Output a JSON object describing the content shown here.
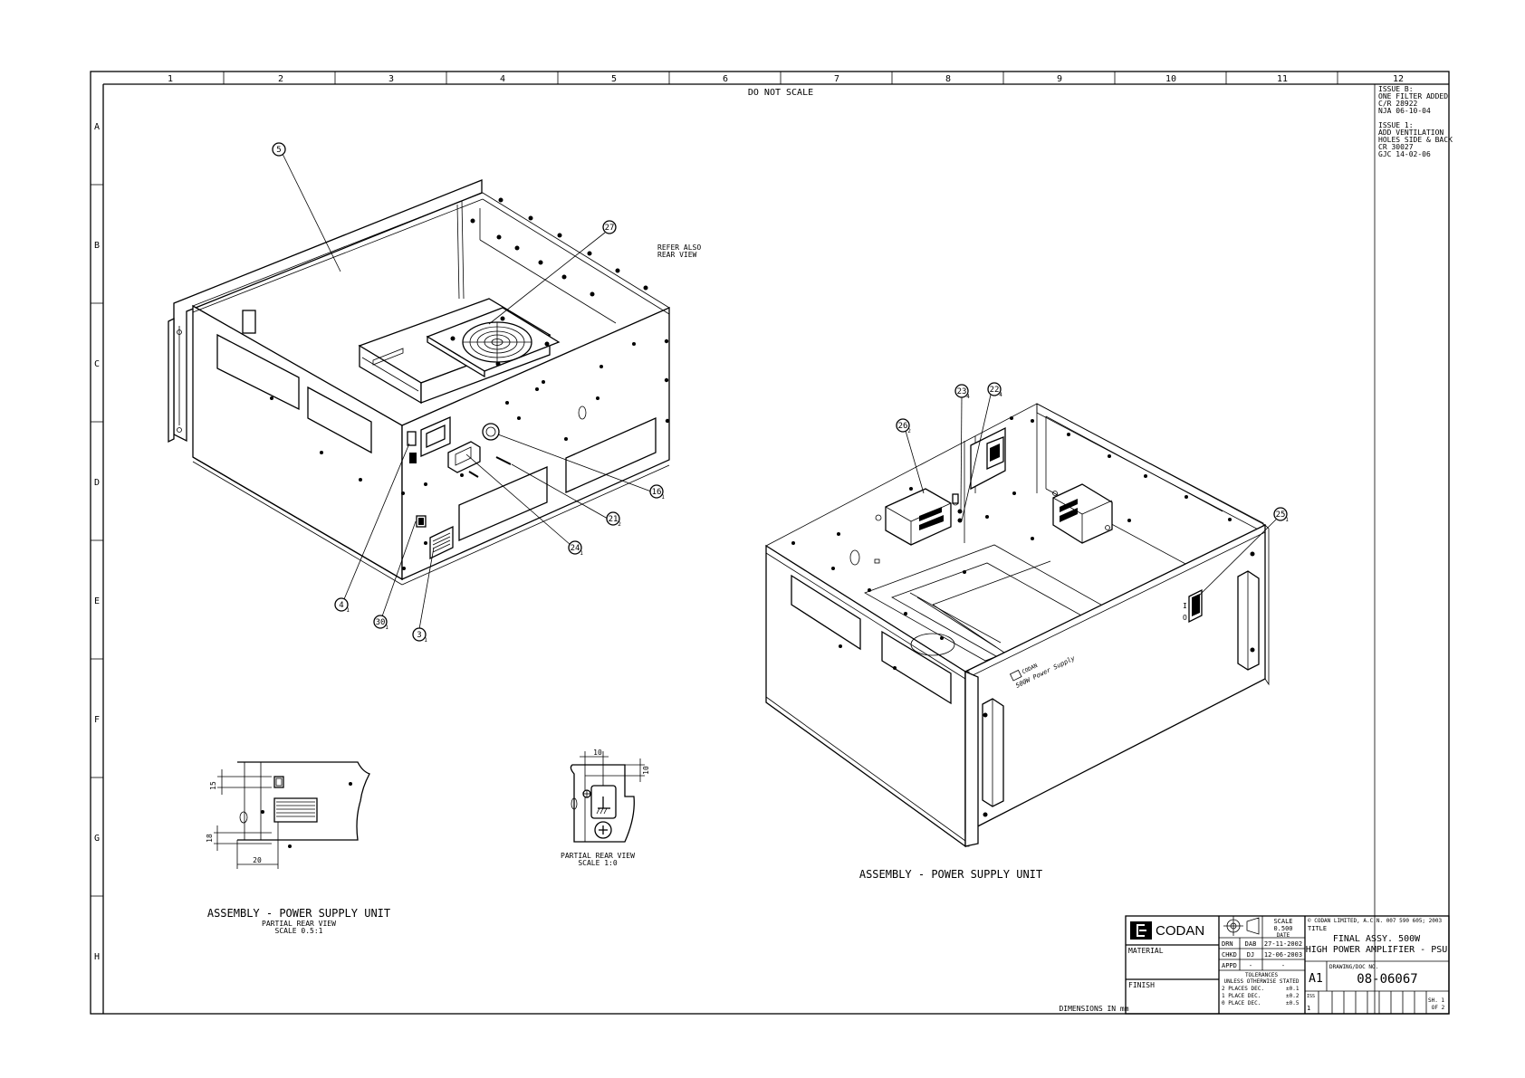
{
  "sheet": {
    "column_labels": [
      "1",
      "2",
      "3",
      "4",
      "5",
      "6",
      "7",
      "8",
      "9",
      "10",
      "11",
      "12"
    ],
    "row_labels": [
      "A",
      "B",
      "C",
      "D",
      "E",
      "F",
      "G",
      "H"
    ],
    "do_not_scale": "DO NOT SCALE",
    "dimensions_note": "DIMENSIONS IN mm"
  },
  "revisions": [
    [
      "ISSUE B:",
      "ONE FILTER ADDED",
      "C/R 28922",
      "NJA 06-10-04"
    ],
    [
      "ISSUE 1:",
      "ADD VENTILATION",
      "HOLES SIDE & BACK",
      "CR 30027",
      "GJC 14-02-06"
    ]
  ],
  "views": {
    "left_note": [
      "REFER ALSO",
      "REAR VIEW"
    ],
    "right_caption": "ASSEMBLY - POWER SUPPLY UNIT",
    "partial_left": [
      "ASSEMBLY - POWER SUPPLY UNIT",
      "PARTIAL REAR VIEW",
      "SCALE 0.5:1"
    ],
    "partial_mid": [
      "PARTIAL REAR VIEW",
      "SCALE 1:0"
    ],
    "front_label": [
      "CODAN",
      "500W Power Supply"
    ]
  },
  "balloons": {
    "b5": "5",
    "b27": "27",
    "b16": "16",
    "b21": "21",
    "b24": "24",
    "b4": "4",
    "b30": "30",
    "b3": "3",
    "b26": "26",
    "b23": "23",
    "b22": "22",
    "b25": "25"
  },
  "qty": {
    "q16": "1",
    "q21": "2",
    "q24": "1",
    "q4": "1",
    "q30": "1",
    "q3": "1",
    "q26": "2",
    "q23": "4",
    "q22": "4",
    "q25": "1"
  },
  "dims": {
    "d10a": "10",
    "d10b": "10",
    "d15": "15",
    "d18": "18",
    "d20": "20"
  },
  "title_block": {
    "logo": "CODAN",
    "material": "MATERIAL",
    "finish": "FINISH",
    "scale_label": "SCALE",
    "scale_value": "0.500",
    "date_label": "DATE",
    "drn": "DRN",
    "drn_by": "DAB",
    "drn_date": "27-11-2002",
    "chkd": "CHKD",
    "chkd_by": "DJ",
    "chkd_date": "12-06-2003",
    "appd": "APPD",
    "appd_by": "-",
    "appd_date": "-",
    "tolerances": [
      "TOLERANCES",
      "UNLESS OTHERWISE STATED"
    ],
    "tol_rows": [
      [
        "2 PLACES DEC.",
        "±0.1"
      ],
      [
        "1 PLACE DEC.",
        "±0.2"
      ],
      [
        "0 PLACE DEC.",
        "±0.5"
      ]
    ],
    "copyright": "© CODAN LIMITED, A.C.N. 007 590 605; 2003",
    "title_label": "TITLE",
    "title_line1": "FINAL ASSY. 500W",
    "title_line2": "HIGH POWER AMPLIFIER - PSU",
    "size": "A1",
    "doc_label": "DRAWING/DOC NO.",
    "doc_no": "08-06067",
    "iss_label": "ISS",
    "iss_value": "1",
    "sheet_label": "SH. 1",
    "sheet_of": "OF 2"
  }
}
